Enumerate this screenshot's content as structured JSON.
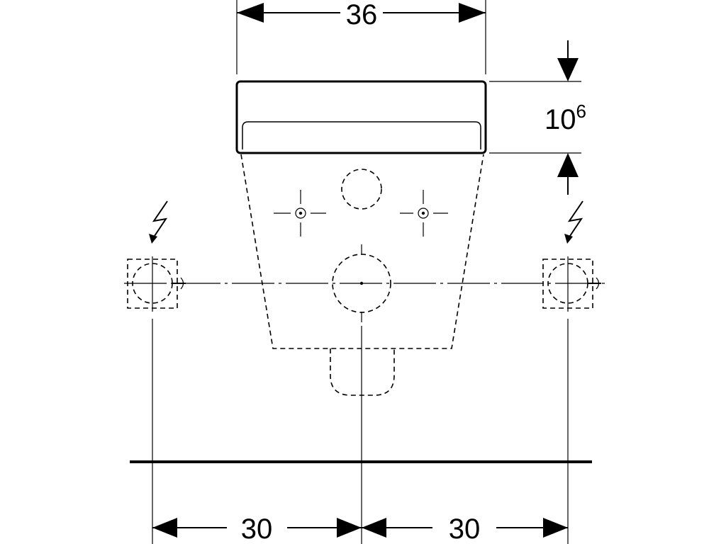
{
  "dimensions": {
    "top_width": "36",
    "height_main": "10",
    "height_sup": "6",
    "bottom_left": "30",
    "bottom_right": "30"
  }
}
